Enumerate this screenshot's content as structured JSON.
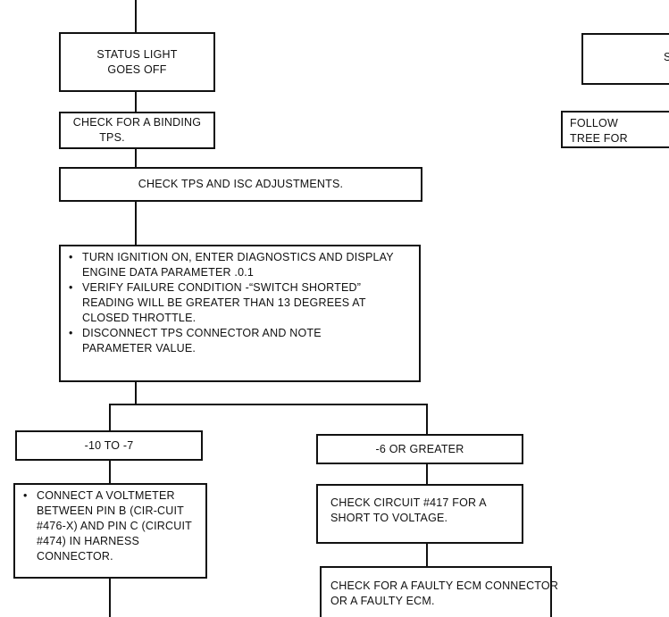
{
  "status_light": {
    "line1": "STATUS LIGHT",
    "line2": "GOES OFF"
  },
  "check_binding": {
    "line1": "CHECK FOR A BINDING",
    "line2": "TPS."
  },
  "check_adjust": "CHECK TPS AND ISC ADJUSTMENTS.",
  "steps": [
    "TURN IGNITION ON, ENTER DIAGNOSTICS AND DISPLAY ENGINE DATA PARAMETER .0.1",
    "VERIFY FAILURE CONDITION -“SWITCH SHORTED” READING WILL BE GREATER THAN 13 DEGREES AT CLOSED THROTTLE.",
    "DISCONNECT TPS CONNECTOR AND NOTE PARAMETER VALUE."
  ],
  "branch_left": "-10 TO -7",
  "branch_right": "-6 OR GREATER",
  "voltmeter": "CONNECT A VOLTMETER BETWEEN PIN B (CIR-CUIT #476-X) AND PIN C (CIRCUIT #474) IN HARNESS CONNECTOR.",
  "check_circuit": {
    "line1": "CHECK CIRCUIT #417 FOR A",
    "line2": "SHORT TO VOLTAGE."
  },
  "check_ecm": {
    "line1": "CHECK FOR A FAULTY ECM CONNECTOR",
    "line2": "OR A FAULTY ECM."
  },
  "right_top": "S",
  "right_follow": {
    "line1": "FOLLOW",
    "line2": "TREE FOR"
  }
}
